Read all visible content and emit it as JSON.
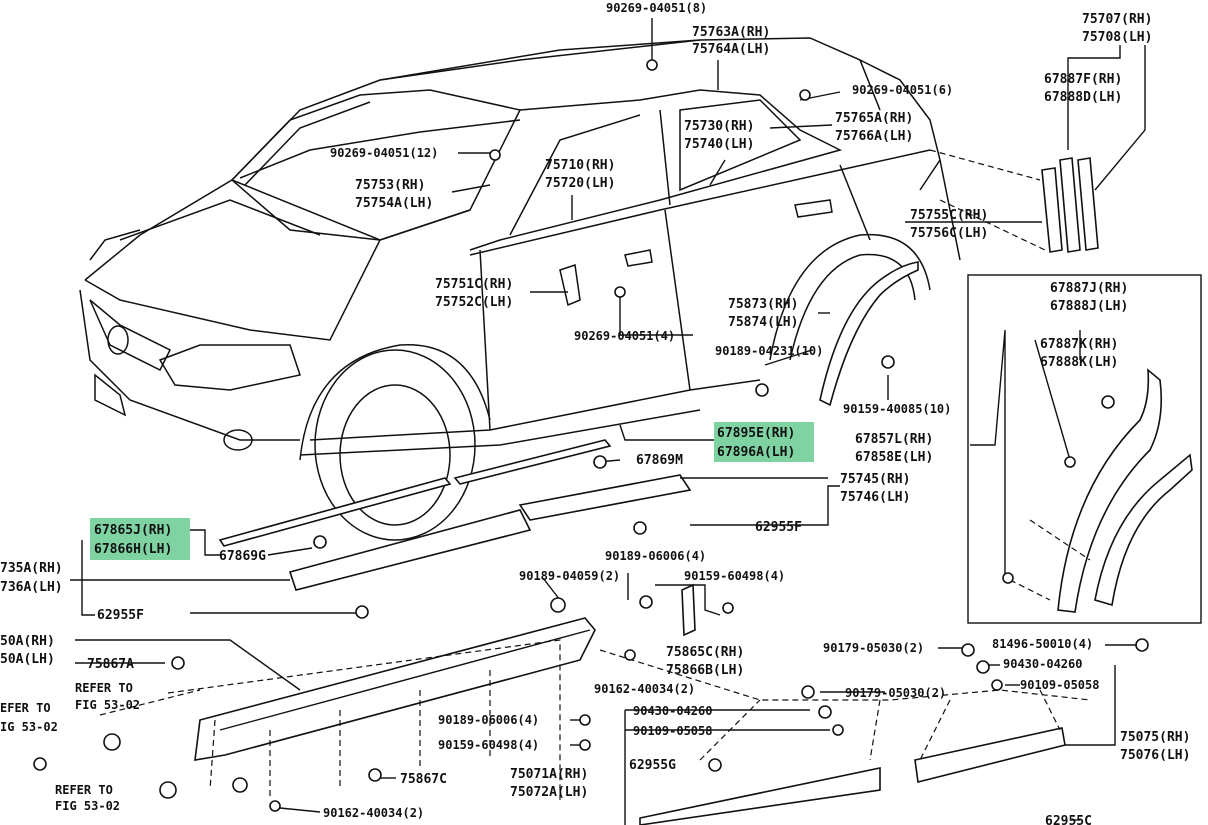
{
  "labels": {
    "p90269_04051_8": "90269-04051(8)",
    "p75763a": "75763A(RH)",
    "p75764a": "75764A(LH)",
    "p75707": "75707(RH)",
    "p75708": "75708(LH)",
    "p90269_04051_6": "90269-04051(6)",
    "p67887f": "67887F(RH)",
    "p67888d": "67888D(LH)",
    "p75765a": "75765A(RH)",
    "p75766a": "75766A(LH)",
    "p75730": "75730(RH)",
    "p75740": "75740(LH)",
    "p90269_04051_12": "90269-04051(12)",
    "p75710": "75710(RH)",
    "p75720": "75720(LH)",
    "p75753": "75753(RH)",
    "p75754a": "75754A(LH)",
    "p75755c": "75755C(RH)",
    "p75756c": "75756C(LH)",
    "p75751c": "75751C(RH)",
    "p75752c": "75752C(LH)",
    "p67887j": "67887J(RH)",
    "p67888j": "67888J(LH)",
    "p75873": "75873(RH)",
    "p75874": "75874(LH)",
    "p90269_04051_4": "90269-04051(4)",
    "p67887k": "67887K(RH)",
    "p67888k": "67888K(LH)",
    "p90189_04231": "90189-04231(10)",
    "p90159_40085": "90159-40085(10)",
    "p67895e": "67895E(RH)",
    "p67896a": "67896A(LH)",
    "p67857l": "67857L(RH)",
    "p67858e": "67858E(LH)",
    "p67869m": "67869M",
    "p75745": "75745(RH)",
    "p75746": "75746(LH)",
    "p67865j": "67865J(RH)",
    "p67866h": "67866H(LH)",
    "p62955f_a": "62955F",
    "p67869g": "67869G",
    "p735a": "735A(RH)",
    "p736a": "736A(LH)",
    "p90189_06006_4a": "90189-06006(4)",
    "p90189_04059": "90189-04059(2)",
    "p90159_60498_4a": "90159-60498(4)",
    "p62955f_b": "62955F",
    "p50a_rh": "50A(RH)",
    "p50a_lh": "50A(LH)",
    "p75867a": "75867A",
    "p75865c": "75865C(RH)",
    "p75866b": "75866B(LH)",
    "p90179_05030_a": "90179-05030(2)",
    "p81496_50010": "81496-50010(4)",
    "p90430_04260_a": "90430-04260",
    "p90109_05058_a": "90109-05058",
    "p90162_40034_a": "90162-40034(2)",
    "p90179_05030_b": "90179-05030(2)",
    "refer_to_1": "REFER TO",
    "fig_53_02_1": "FIG 53-02",
    "efer_to": "EFER TO",
    "ig_53_02": "IG 53-02",
    "p90430_04260_b": "90430-04260",
    "p90189_06006_4b": "90189-06006(4)",
    "p90109_05058_b": "90109-05058",
    "p75075": "75075(RH)",
    "p75076": "75076(LH)",
    "p90159_60498_4b": "90159-60498(4)",
    "p75867c": "75867C",
    "p62955g": "62955G",
    "p75071a": "75071A(RH)",
    "p75072a": "75072A(LH)",
    "refer_to_2": "REFER TO",
    "fig_53_02_2": "FIG 53-02",
    "p90162_40034_b": "90162-40034(2)",
    "p62955c": "62955C"
  },
  "highlight_color": "#7fd3a3"
}
